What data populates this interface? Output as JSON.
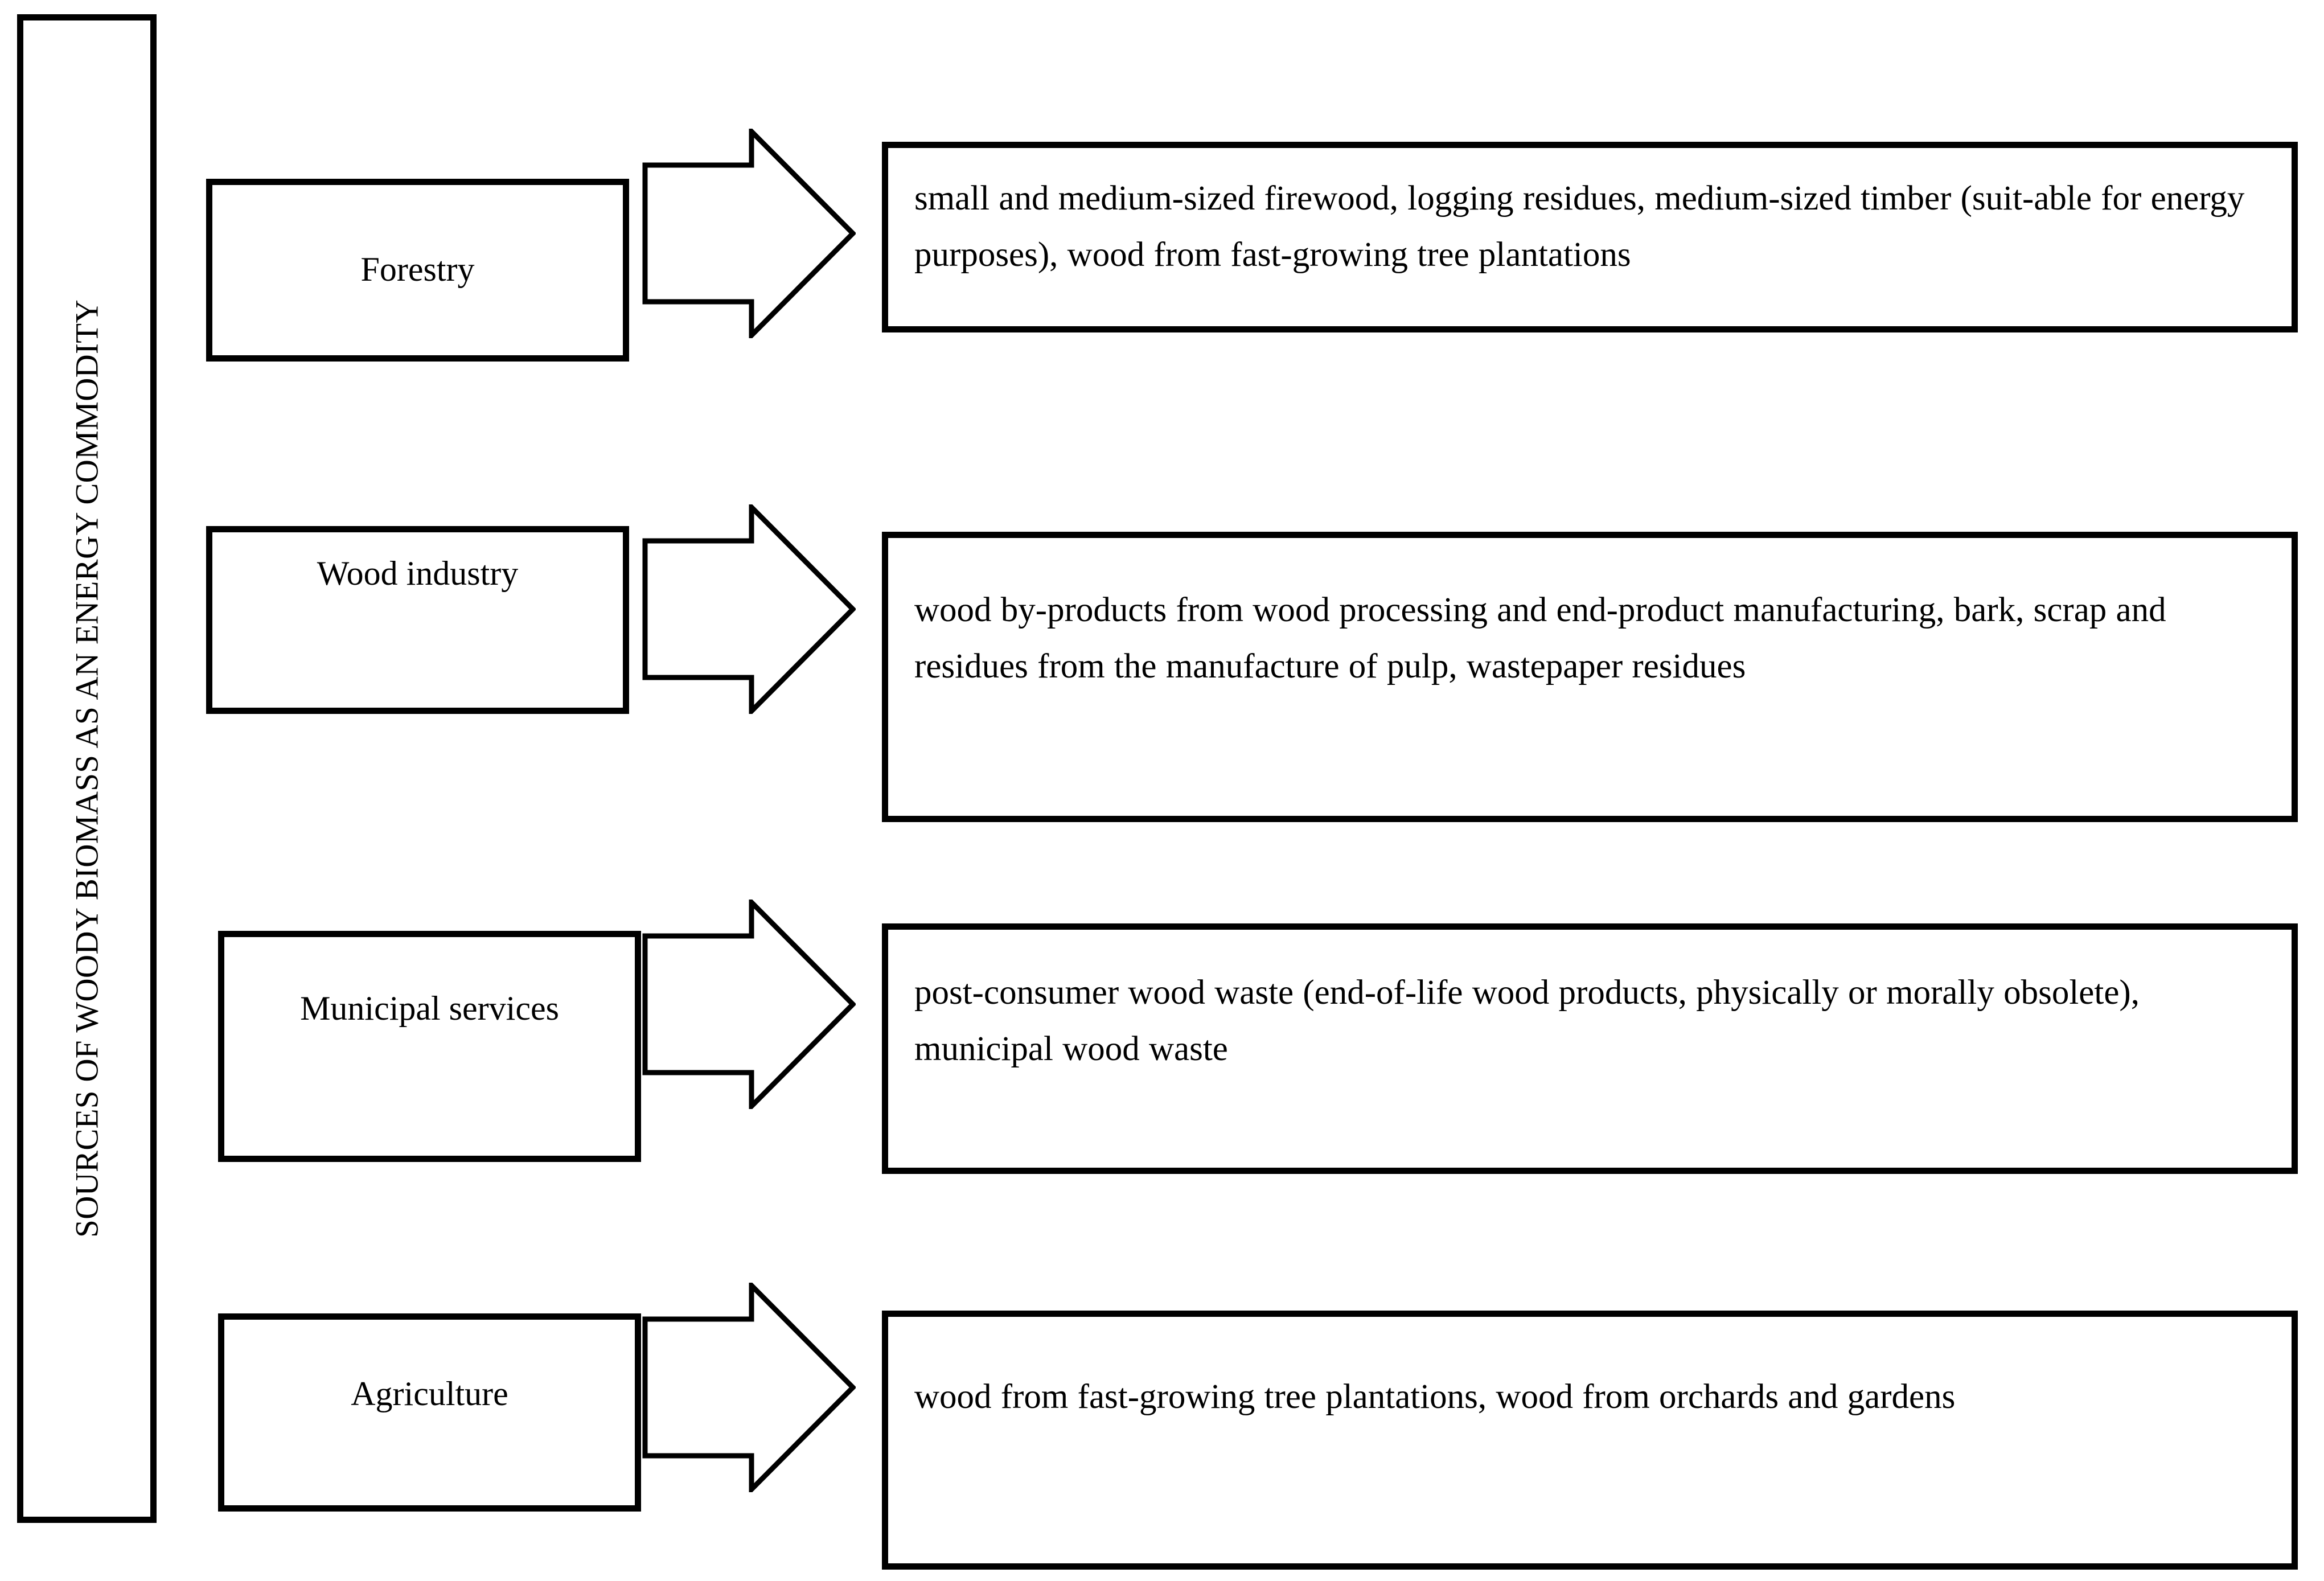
{
  "diagram": {
    "spine": {
      "label": "SOURCES OF WOODY BIOMASS AS AN ENERGY COMMODITY"
    },
    "rows": [
      {
        "source": "Forestry",
        "arrow": "block-arrow-right",
        "description": "small and medium-sized firewood, logging residues, medium-sized timber (suit-able for energy purposes), wood from fast-growing tree plantations"
      },
      {
        "source": "Wood industry",
        "arrow": "block-arrow-right",
        "description": "wood by-products from wood processing and end-product manufacturing, bark, scrap and residues from the manufacture of pulp, wastepaper residues"
      },
      {
        "source": "Municipal services",
        "arrow": "block-arrow-right",
        "description": "post-consumer wood waste (end-of-life wood products, physically or morally obsolete), municipal wood waste"
      },
      {
        "source": "Agriculture",
        "arrow": "block-arrow-right",
        "description": "wood from fast-growing tree plantations, wood from orchards and gardens"
      }
    ],
    "colors": {
      "stroke": "#000000",
      "fill": "#ffffff",
      "text": "#000000"
    }
  }
}
